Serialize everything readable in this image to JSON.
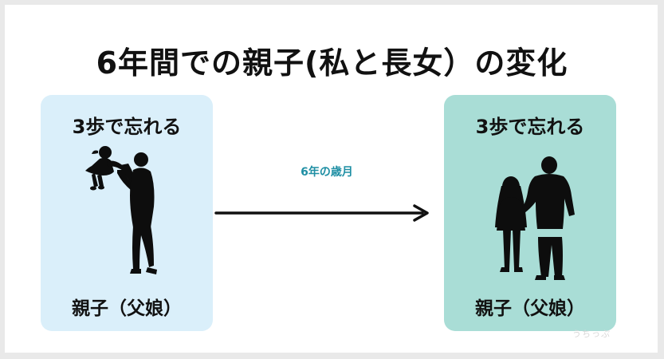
{
  "title": "6年間での親子(私と長女）の変化",
  "left_card": {
    "top_label": "3歩で忘れる",
    "bottom_label": "親子（父娘）",
    "figure_icon": "father-lifting-toddler-silhouette-icon",
    "bg_color": "#daeffa"
  },
  "arrow": {
    "label": "6年の歳月",
    "label_color": "#1f8fa4"
  },
  "right_card": {
    "top_label": "3歩で忘れる",
    "bottom_label": "親子（父娘）",
    "figure_icon": "father-and-daughter-standing-silhouette-icon",
    "bg_color": "#a9ddd6"
  },
  "watermark": "うちっぷ"
}
